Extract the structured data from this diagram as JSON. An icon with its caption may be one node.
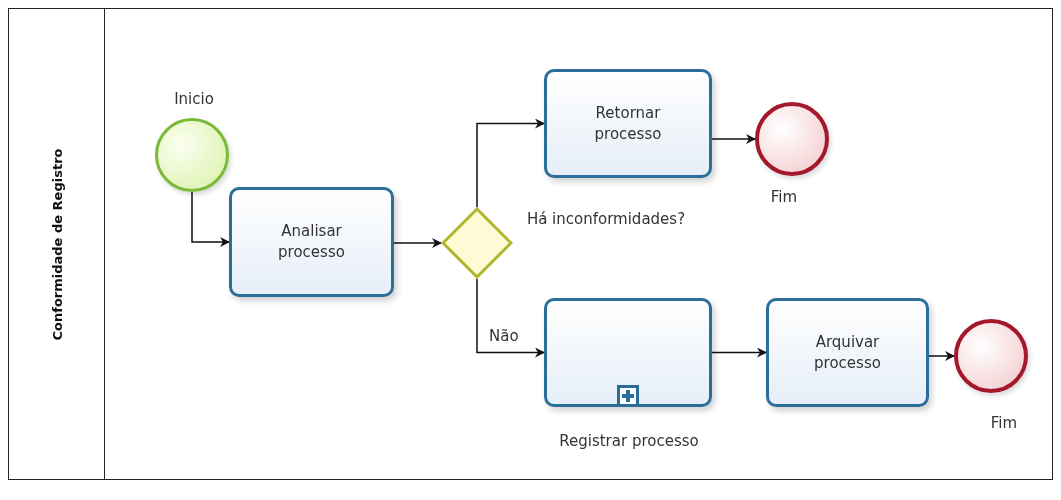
{
  "diagram": {
    "nodes": [
      {
        "text": [
          "Conformidade de Registro"
        ]
      },
      {
        "text": [],
        "shape": "circle",
        "in": 0,
        "beside": [
          "Inicio"
        ]
      },
      {
        "text": [
          "Analisar processo"
        ],
        "in": 0
      },
      {
        "text": [],
        "shape": "diamond",
        "in": 0,
        "beside": [
          "Há inconformidades?"
        ]
      },
      {
        "text": [
          "Retornar processo"
        ],
        "in": 0
      },
      {
        "text": [],
        "shape": "circle",
        "in": 0,
        "beside": [
          "Fim"
        ]
      },
      {
        "text": [],
        "shape": "box",
        "in": 0,
        "beside": [
          "Registrar processo"
        ]
      },
      {
        "text": [
          "Arquivar processo"
        ],
        "in": 0
      },
      {
        "text": [],
        "shape": "circle",
        "in": 0,
        "beside": [
          "Fim"
        ]
      }
    ],
    "edges": [
      {
        "from": 1,
        "to": 2,
        "arrow": "to"
      },
      {
        "from": 2,
        "to": 3,
        "arrow": "to"
      },
      {
        "from": 3,
        "to": 4,
        "arrow": "to"
      },
      {
        "from": 4,
        "to": 5,
        "arrow": "to"
      },
      {
        "from": 3,
        "to": 6,
        "arrow": "to",
        "label": "Não"
      },
      {
        "from": 6,
        "to": 7,
        "arrow": "to"
      },
      {
        "from": 7,
        "to": 8,
        "arrow": "to"
      }
    ]
  }
}
